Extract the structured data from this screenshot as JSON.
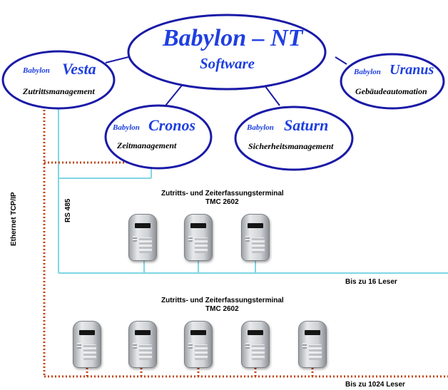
{
  "main_node": {
    "title": "Babylon – NT",
    "subtitle": "Software"
  },
  "modules": [
    {
      "prefix": "Babylon",
      "name": "Vesta",
      "desc": "Zutrittsmanagement"
    },
    {
      "prefix": "Babylon",
      "name": "Uranus",
      "desc": "Gebäudeautomation"
    },
    {
      "prefix": "Babylon",
      "name": "Cronos",
      "desc": "Zeitmanagement"
    },
    {
      "prefix": "Babylon",
      "name": "Saturn",
      "desc": "Sicherheitsmanagement"
    }
  ],
  "network": {
    "ethernet_label": "Ethernet TCP/IP",
    "rs485_label": "RS 485"
  },
  "groups": [
    {
      "title": "Zutritts- und Zeiterfassungsterminal",
      "model": "TMC 2602",
      "limit": "Bis zu 16 Leser"
    },
    {
      "title": "Zutritts- und Zeiterfassungsterminal",
      "model": "TMC 2602",
      "limit": "Bis zu 1024 Leser"
    }
  ],
  "colors": {
    "ellipse_outline": "#1a1aa8",
    "text_blue": "#1f3fe0",
    "rs485_line": "#7fd6e4",
    "ethernet_line": "#c0441a"
  }
}
